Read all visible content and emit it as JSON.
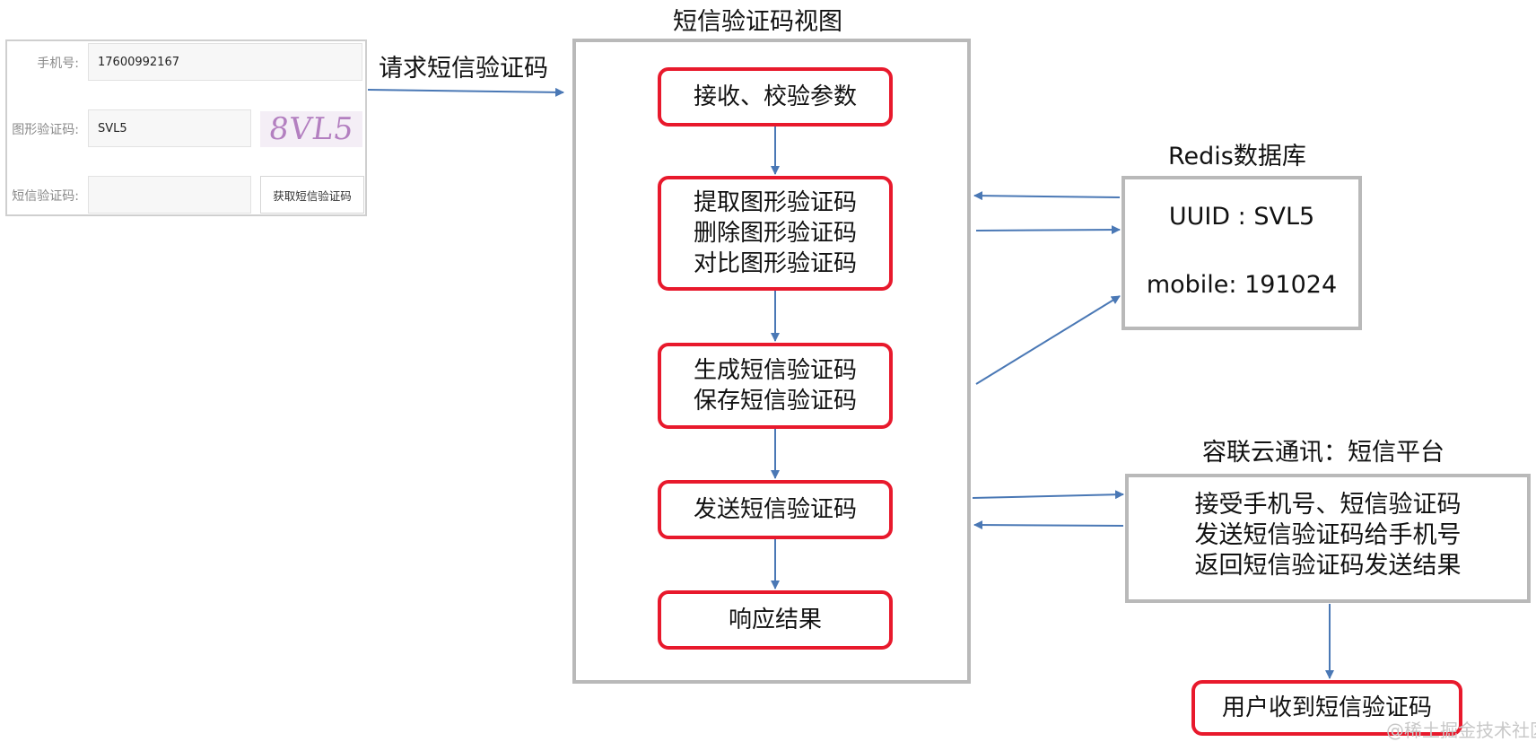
{
  "form": {
    "phone_label": "手机号:",
    "phone_value": "17600992167",
    "captcha_label": "图形验证码:",
    "captcha_value": "SVL5",
    "captcha_image_text": "8VL5",
    "sms_label": "短信验证码:",
    "sms_value": "",
    "sms_button_label": "获取短信验证码"
  },
  "request_label": "请求短信验证码",
  "view": {
    "title": "短信验证码视图",
    "steps": [
      {
        "lines": [
          "接收、校验参数"
        ]
      },
      {
        "lines": [
          "提取图形验证码",
          "删除图形验证码",
          "对比图形验证码"
        ]
      },
      {
        "lines": [
          "生成短信验证码",
          "保存短信验证码"
        ]
      },
      {
        "lines": [
          "发送短信验证码"
        ]
      },
      {
        "lines": [
          "响应结果"
        ]
      }
    ]
  },
  "redis": {
    "title": "Redis数据库",
    "entries": [
      "UUID : SVL5",
      "mobile: 191024"
    ]
  },
  "sms_platform": {
    "title": "容联云通讯：短信平台",
    "lines": [
      "接受手机号、短信验证码",
      "发送短信验证码给手机号",
      "返回短信验证码发送结果"
    ]
  },
  "user_received": "用户收到短信验证码",
  "watermark": "@稀土掘金技术社区",
  "colors": {
    "step_border": "#e8192c",
    "container_border": "#b9b9b9",
    "arrow": "#4a78b5"
  }
}
